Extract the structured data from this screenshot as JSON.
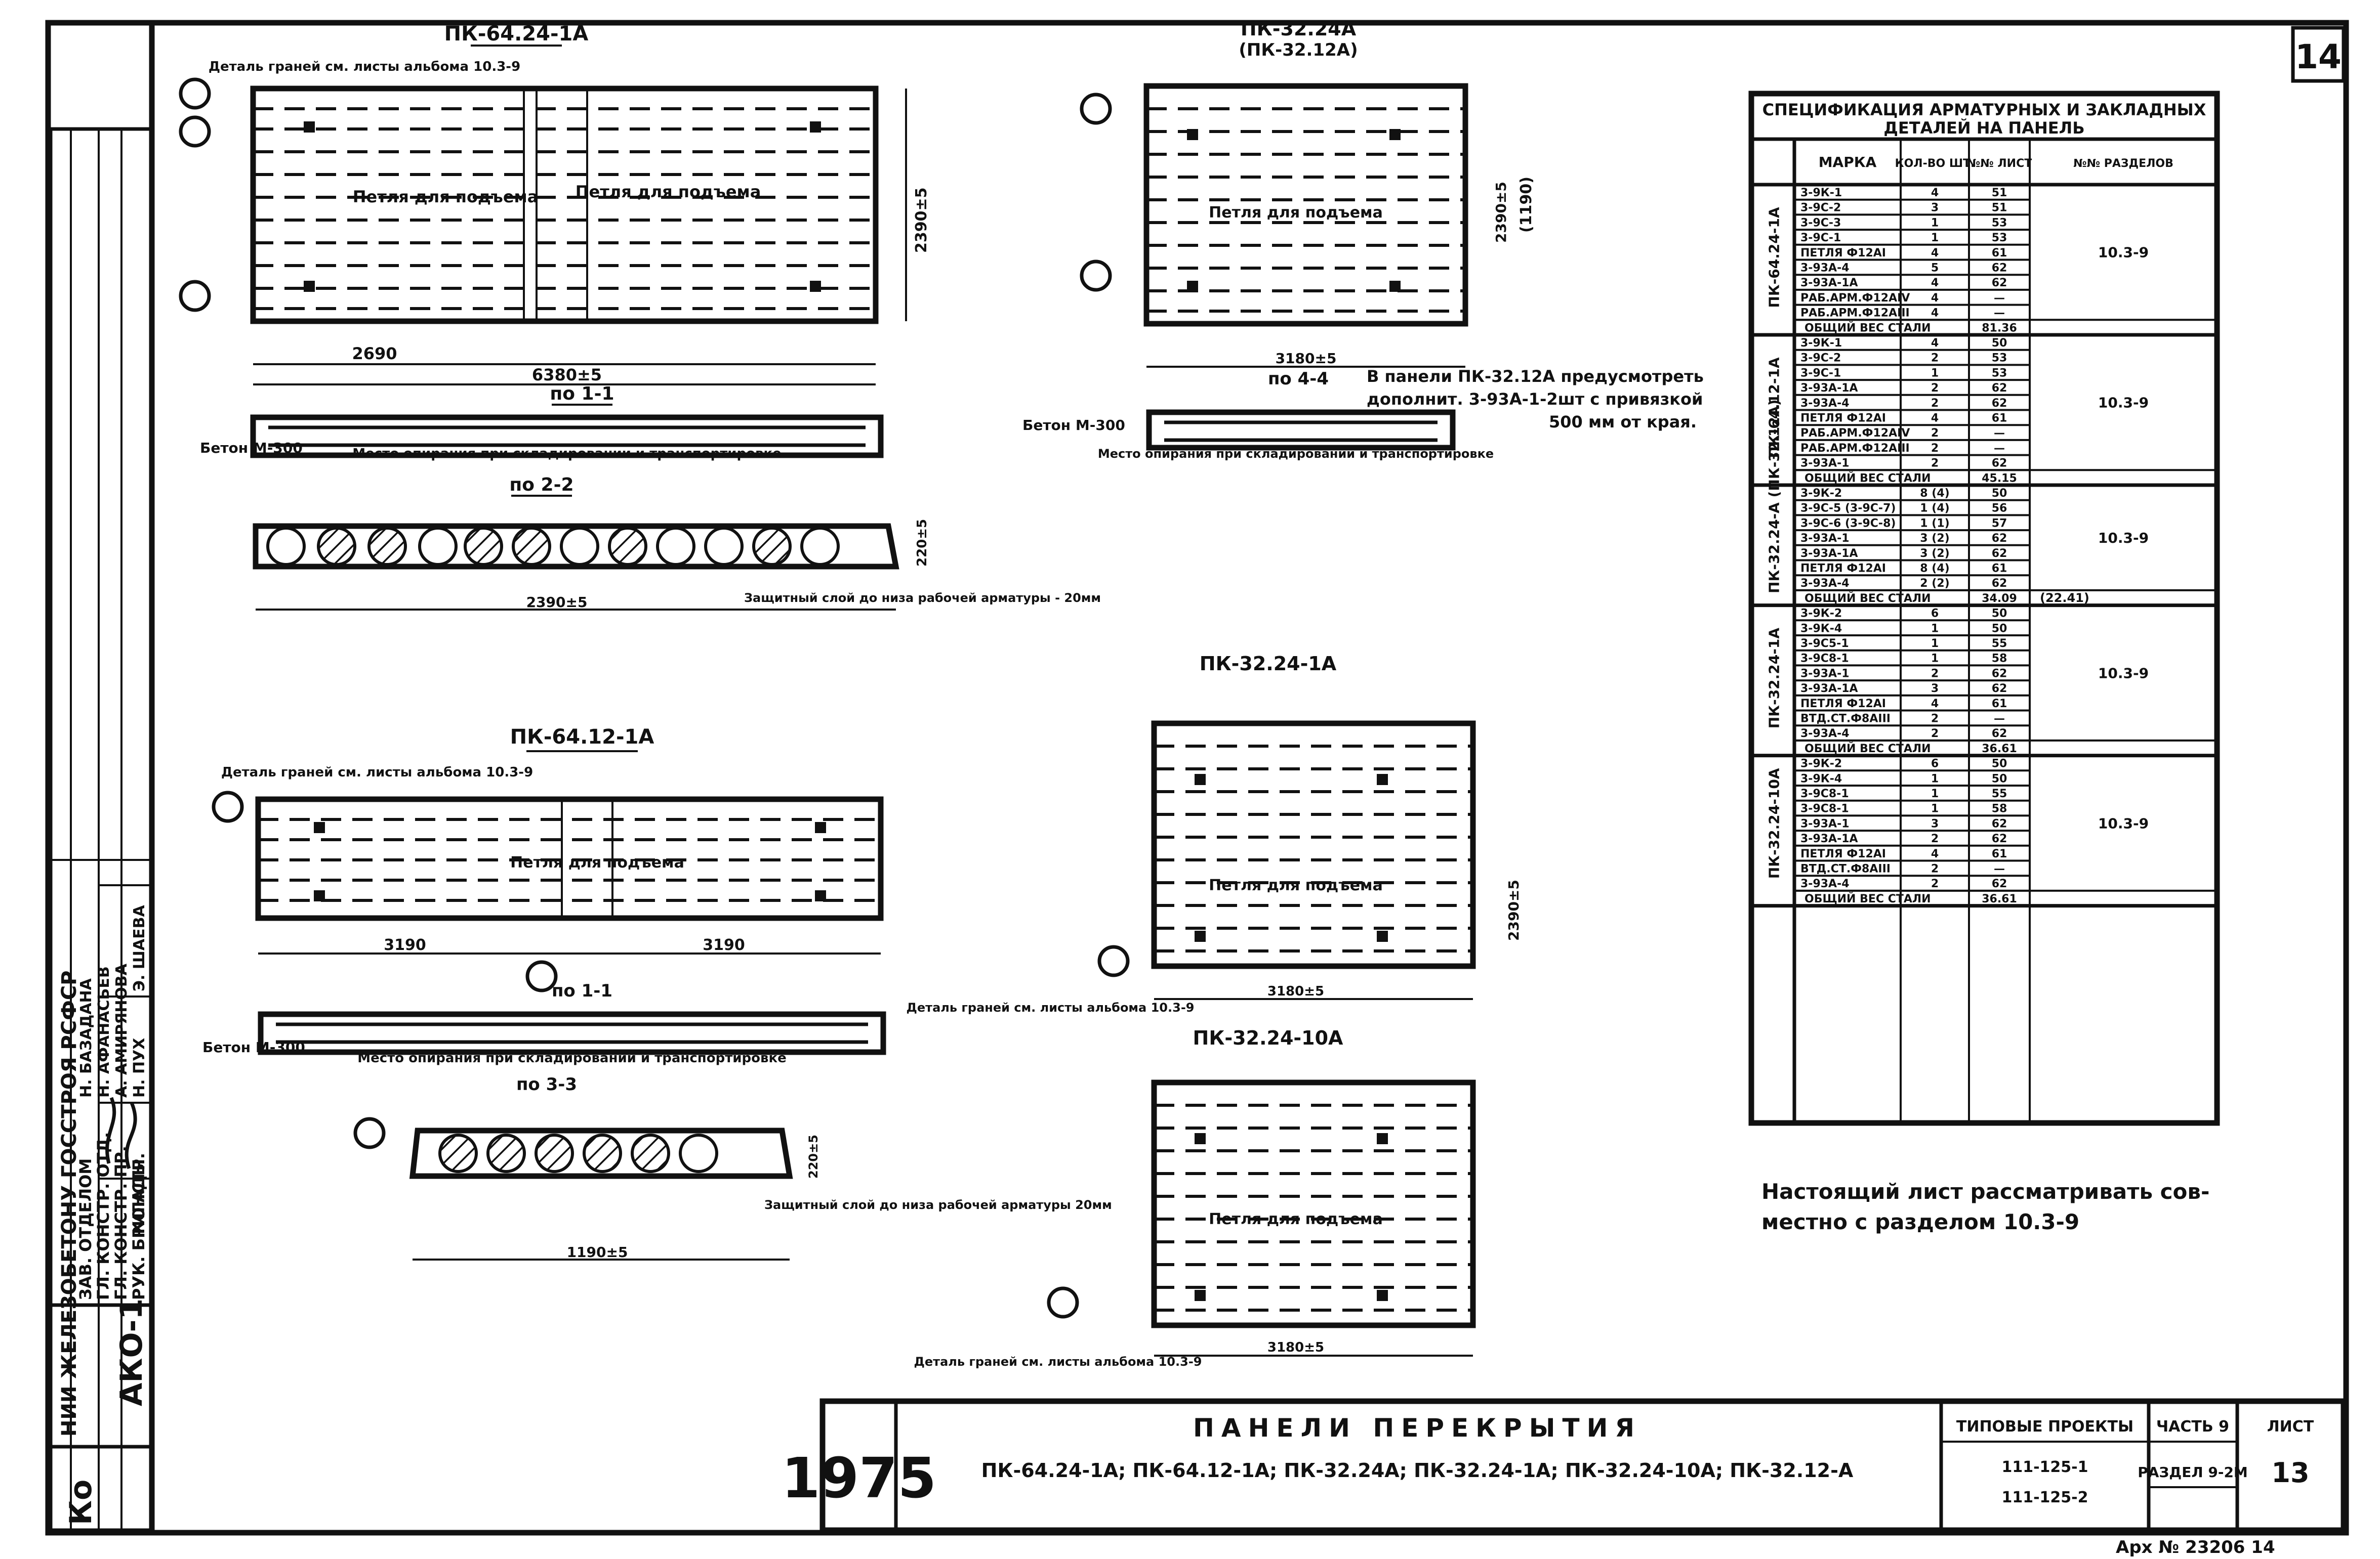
{
  "sheet_number": "14",
  "archive_number": "Арх № 23206 14",
  "stamp_year": "1975",
  "drawing": {
    "title": "ПАНЕЛИ ПЕРЕКРЫТИЯ",
    "subtitle": "ПК-64.24-1А; ПК-64.12-1А; ПК-32.24А; ПК-32.24-1А; ПК-32.24-10А; ПК-32.12-А",
    "series_label": "ТИПОВЫЕ ПРОЕКТЫ",
    "series_1": "111-125-1",
    "series_2": "111-125-2",
    "part_label": "ЧАСТЬ 9",
    "section_label": "РАЗДЕЛ 9-2М",
    "sheet_label": "ЛИСТ",
    "sheet_value": "13"
  },
  "left_strip": {
    "org": "Ко",
    "org_name": "НИИ ЖЕЛЕЗОБЕТОНУ ГОССТРОЯ РСФСР",
    "dept": "АКО-1",
    "roles": [
      "ЗАВ. ОТДЕЛОМ",
      "ГЛ. КОНСТР. ОТД.",
      "ГЛ. КОНСТР. ПР.",
      "РУК. БРИГАДЫ",
      "КОНСТР."
    ],
    "names": [
      "Н. БАЗАДАНА",
      "Н. АФАНАСЬЕВ",
      "А. АМИРЯНОВА",
      "Н. ПУХ",
      "Э. ШАЕВА"
    ]
  },
  "note": {
    "line1": "Настоящий лист рассматривать сов-",
    "line2": "местно с разделом 10.3-9"
  },
  "note_32_12": {
    "line1": "В панели ПК-32.12А предусмотреть",
    "line2": "дополнит. 3-93А-1-2шт с привязкой",
    "line3": "500 мм от края."
  },
  "drawings": {
    "pk64_24": {
      "title": "ПК-64.24-1А",
      "section_1": "по 1-1",
      "section_2": "по 2-2",
      "beton": "Бетон М-300",
      "label_loops": "Петля для подъема",
      "label_detail": "Деталь граней см. листы альбома 10.3-9",
      "label_place": "Место опирания при складировании и транспортировке",
      "label_cover": "Защитный слой до низа рабочей арматуры - 20мм",
      "dim_total": "6380±5",
      "dim_mid": "2690",
      "dim_h": "2390±5",
      "dim_w": "2390±5",
      "dim_t": "220±5"
    },
    "pk32_24a": {
      "title": "ПК-32.24А",
      "alt_title": "(ПК-32.12А)",
      "section": "по 4-4",
      "beton": "Бетон М-300",
      "label_loops": "Петля для подъема",
      "label_place": "Место опирания при складировании и транспортировке",
      "dim_total": "3180±5",
      "dim_h": "2390±5",
      "dim_alt": "(1190)"
    },
    "pk64_12": {
      "title": "ПК-64.12-1А",
      "section_1": "по 1-1",
      "section_3": "по 3-3",
      "beton": "Бетон М-300",
      "label_loops": "Петля для подъема",
      "label_detail": "Деталь граней см. листы альбома 10.3-9",
      "label_place": "Место опирания при складировании и транспортировке",
      "label_cover": "Защитный слой до низа рабочей арматуры 20мм",
      "dim_a": "3190",
      "dim_b": "3190",
      "dim_w": "1190±5",
      "dim_t": "220±5"
    },
    "pk32_24_1": {
      "title": "ПК-32.24-1А",
      "label_loops": "Петля для подъема",
      "label_detail": "Деталь граней см. листы альбома 10.3-9",
      "dim_total": "3180±5",
      "dim_h": "2390±5"
    },
    "pk32_24_10": {
      "title": "ПК-32.24-10А",
      "label_loops": "Петля для подъема",
      "label_detail": "Деталь граней см. листы альбома 10.3-9",
      "dim_total": "3180±5"
    }
  },
  "spec": {
    "title_1": "СПЕЦИФИКАЦИЯ АРМАТУРНЫХ И ЗАКЛАДНЫХ",
    "title_2": "ДЕТАЛЕЙ НА ПАНЕЛЬ",
    "headers": [
      "МАРКА",
      "КОЛ-ВО ШТ.",
      "№№ ЛИСТ",
      "№№ РАЗДЕЛОВ"
    ],
    "groups": [
      {
        "panel": "ПК-64.24-1А",
        "section": "10.3-9",
        "rows": [
          [
            "3-9К-1",
            "4",
            "51"
          ],
          [
            "3-9С-2",
            "3",
            "51"
          ],
          [
            "3-9С-3",
            "1",
            "53"
          ],
          [
            "3-9С-1",
            "1",
            "53"
          ],
          [
            "ПЕТЛЯ Ф12АI",
            "4",
            "61"
          ],
          [
            "3-93А-4",
            "5",
            "62"
          ],
          [
            "3-93А-1А",
            "4",
            "62"
          ],
          [
            "РАБ.АРМ.Ф12АIV",
            "4",
            "—"
          ],
          [
            "РАБ.АРМ.Ф12АIII",
            "4",
            "—"
          ]
        ],
        "total_label": "ОБЩИЙ ВЕС СТАЛИ",
        "total": "81.36"
      },
      {
        "panel": "ПК-64.12-1А",
        "section": "10.3-9",
        "rows": [
          [
            "3-9К-1",
            "4",
            "50"
          ],
          [
            "3-9С-2",
            "2",
            "53"
          ],
          [
            "3-9С-1",
            "1",
            "53"
          ],
          [
            "3-93А-1А",
            "2",
            "62"
          ],
          [
            "3-93А-4",
            "2",
            "62"
          ],
          [
            "ПЕТЛЯ Ф12АI",
            "4",
            "61"
          ],
          [
            "РАБ.АРМ.Ф12АIV",
            "2",
            "—"
          ],
          [
            "РАБ.АРМ.Ф12АIII",
            "2",
            "—"
          ],
          [
            "3-93А-1",
            "2",
            "62"
          ]
        ],
        "total_label": "ОБЩИЙ ВЕС СТАЛИ",
        "total": "45.15"
      },
      {
        "panel": "ПК-32.24-А (ПК-32.12А)",
        "section": "10.3-9",
        "rows": [
          [
            "3-9К-2",
            "8 (4)",
            "50"
          ],
          [
            "3-9С-5 (3-9С-7)",
            "1 (4)",
            "56"
          ],
          [
            "3-9С-6 (3-9С-8)",
            "1 (1)",
            "57"
          ],
          [
            "3-93А-1",
            "3 (2)",
            "62"
          ],
          [
            "3-93А-1А",
            "3 (2)",
            "62"
          ],
          [
            "ПЕТЛЯ Ф12АI",
            "8 (4)",
            "61"
          ],
          [
            "3-93А-4",
            "2 (2)",
            "62"
          ]
        ],
        "total_label": "ОБЩИЙ ВЕС СТАЛИ",
        "total": "34.09",
        "total_alt": "(22.41)"
      },
      {
        "panel": "ПК-32.24-1А",
        "section": "10.3-9",
        "rows": [
          [
            "3-9К-2",
            "6",
            "50"
          ],
          [
            "3-9К-4",
            "1",
            "50"
          ],
          [
            "3-9С5-1",
            "1",
            "55"
          ],
          [
            "3-9С8-1",
            "1",
            "58"
          ],
          [
            "3-93А-1",
            "2",
            "62"
          ],
          [
            "3-93А-1А",
            "3",
            "62"
          ],
          [
            "ПЕТЛЯ Ф12АI",
            "4",
            "61"
          ],
          [
            "ВТД.СТ.Ф8АIII",
            "2",
            "—"
          ],
          [
            "3-93А-4",
            "2",
            "62"
          ]
        ],
        "total_label": "ОБЩИЙ ВЕС СТАЛИ",
        "total": "36.61"
      },
      {
        "panel": "ПК-32.24-10А",
        "section": "10.3-9",
        "rows": [
          [
            "3-9К-2",
            "6",
            "50"
          ],
          [
            "3-9К-4",
            "1",
            "50"
          ],
          [
            "3-9С8-1",
            "1",
            "55"
          ],
          [
            "3-9С8-1",
            "1",
            "58"
          ],
          [
            "3-93А-1",
            "3",
            "62"
          ],
          [
            "3-93А-1А",
            "2",
            "62"
          ],
          [
            "ПЕТЛЯ Ф12АI",
            "4",
            "61"
          ],
          [
            "ВТД.СТ.Ф8АIII",
            "2",
            "—"
          ],
          [
            "3-93А-4",
            "2",
            "62"
          ]
        ],
        "total_label": "ОБЩИЙ ВЕС СТАЛИ",
        "total": "36.61"
      }
    ]
  }
}
